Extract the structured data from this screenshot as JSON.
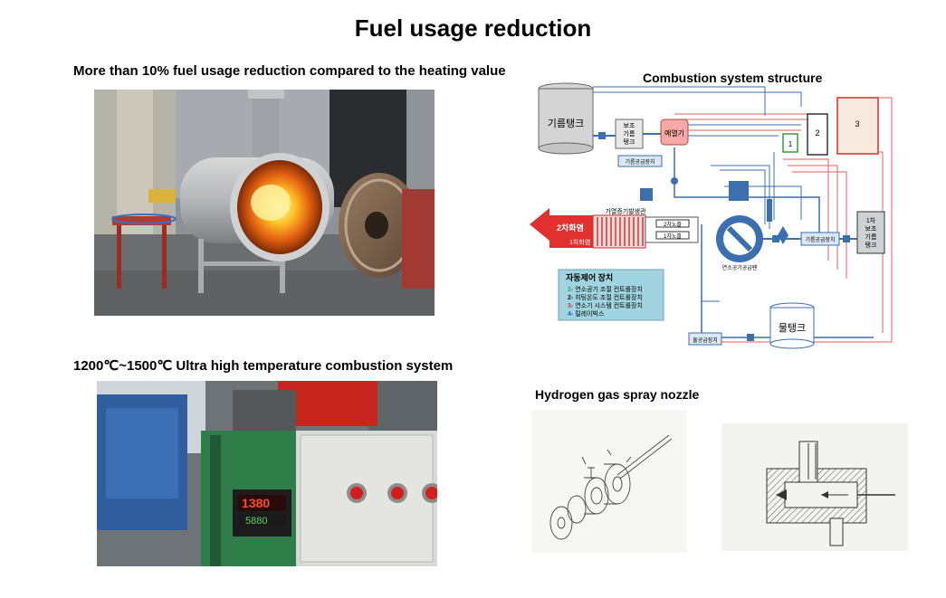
{
  "page": {
    "title": "Fuel usage reduction"
  },
  "sections": {
    "fuel_reduction": {
      "heading": "More than 10% fuel usage reduction compared to the heating value"
    },
    "ultra_high_temp": {
      "heading": "1200℃~1500℃ Ultra high temperature combustion system"
    },
    "combustion_structure": {
      "heading": "Combustion system structure"
    },
    "hydrogen_nozzle": {
      "heading": "Hydrogen gas spray nozzle"
    }
  },
  "diagram": {
    "oil_tank": "기름탱크",
    "aux_tank_1": "보조",
    "aux_tank_2": "기름",
    "aux_tank_3": "탱크",
    "preheater": "예열기",
    "oil_supply": "기름공급장치",
    "oil_supply_2": "기름공급장치",
    "gas_generator": "가열증기발생관",
    "nozzle_2": "2차노즐",
    "nozzle_1": "1차노즐",
    "flame_2": "2차화염",
    "flame_1": "1차화염",
    "air_supply": "연소공기공급팬",
    "box_1": "1",
    "box_2": "2",
    "box_3": "3",
    "primary_aux_1": "1차",
    "primary_aux_2": "보조",
    "primary_aux_3": "기름",
    "primary_aux_4": "탱크",
    "control_title": "자동제어 장치",
    "control_items": [
      {
        "num": "1-",
        "text": "연소공기 조절 컨트롤장치"
      },
      {
        "num": "2-",
        "text": "히팅온도 조절 컨트롤장치"
      },
      {
        "num": "3-",
        "text": "연소기 시스템 컨트롤장치"
      },
      {
        "num": "4-",
        "text": "릴레이박스"
      }
    ],
    "water_supply": "물공급장치",
    "water_tank": "물탱크"
  },
  "controller": {
    "pv": "1380",
    "sv": "5880"
  },
  "colors": {
    "diagram_blue": "#3b6fb0",
    "diagram_red": "#e06060",
    "flame_arrow": "#e03030",
    "control_box": "#9fd4e0"
  }
}
